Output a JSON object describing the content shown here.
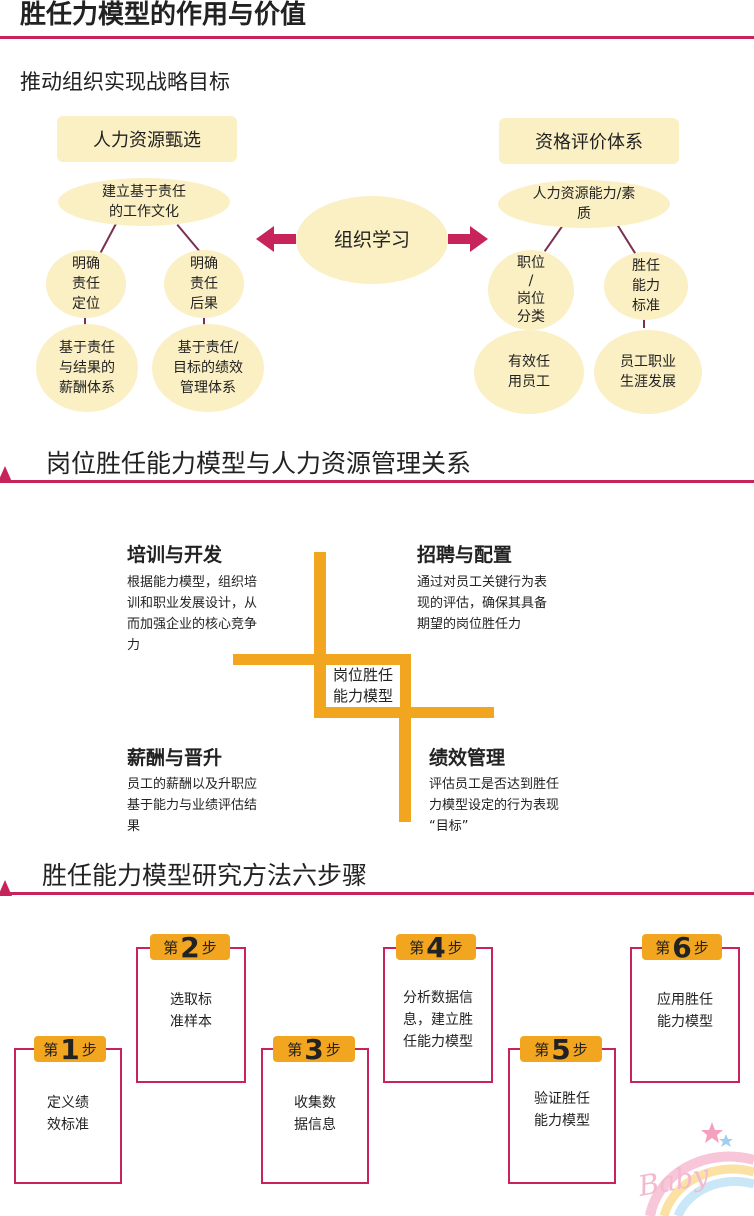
{
  "section1": {
    "title": "胜任力模型的作用与价值",
    "subtitle": "推动组织实现战略目标",
    "left": {
      "top": "人力资源甄选",
      "mid": "建立基于责任\n的工作文化",
      "a": "明确\n责任\n定位",
      "b": "明确\n责任\n后果",
      "c": "基于责任\n与结果的\n薪酬体系",
      "d": "基于责任/\n目标的绩效\n管理体系"
    },
    "center": "组织学习",
    "right": {
      "top": "资格评价体系",
      "mid": "人力资源能力/素\n质",
      "a": "职位\n/\n岗位\n分类",
      "b": "胜任\n能力\n标准",
      "c": "有效任\n用员工",
      "d": "员工职业\n生涯发展"
    }
  },
  "section2": {
    "title": "岗位胜任能力模型与人力资源管理关系",
    "center": "岗位胜任\n能力模型",
    "q1": {
      "head": "培训与开发",
      "text": "根据能力模型，组织培\n训和职业发展设计，从\n而加强企业的核心竞争\n力"
    },
    "q2": {
      "head": "招聘与配置",
      "text": "通过对员工关键行为表\n现的评估，确保其具备\n期望的岗位胜任力"
    },
    "q3": {
      "head": "薪酬与晋升",
      "text": "员工的薪酬以及升职应\n基于能力与业绩评估结\n果"
    },
    "q4": {
      "head": "绩效管理",
      "text": "评估员工是否达到胜任\n力模型设定的行为表现\n“目标”"
    }
  },
  "section3": {
    "title": "胜任能力模型研究方法六步骤",
    "step_prefix": "第",
    "step_suffix": "步",
    "steps": [
      {
        "num": "1",
        "text": "定义绩\n效标准"
      },
      {
        "num": "2",
        "text": "选取标\n准样本"
      },
      {
        "num": "3",
        "text": "收集数\n据信息"
      },
      {
        "num": "4",
        "text": "分析数据信\n息，建立胜\n任能力模型"
      },
      {
        "num": "5",
        "text": "验证胜任\n能力模型"
      },
      {
        "num": "6",
        "text": "应用胜任\n能力模型"
      }
    ]
  },
  "watermark": "Baby"
}
